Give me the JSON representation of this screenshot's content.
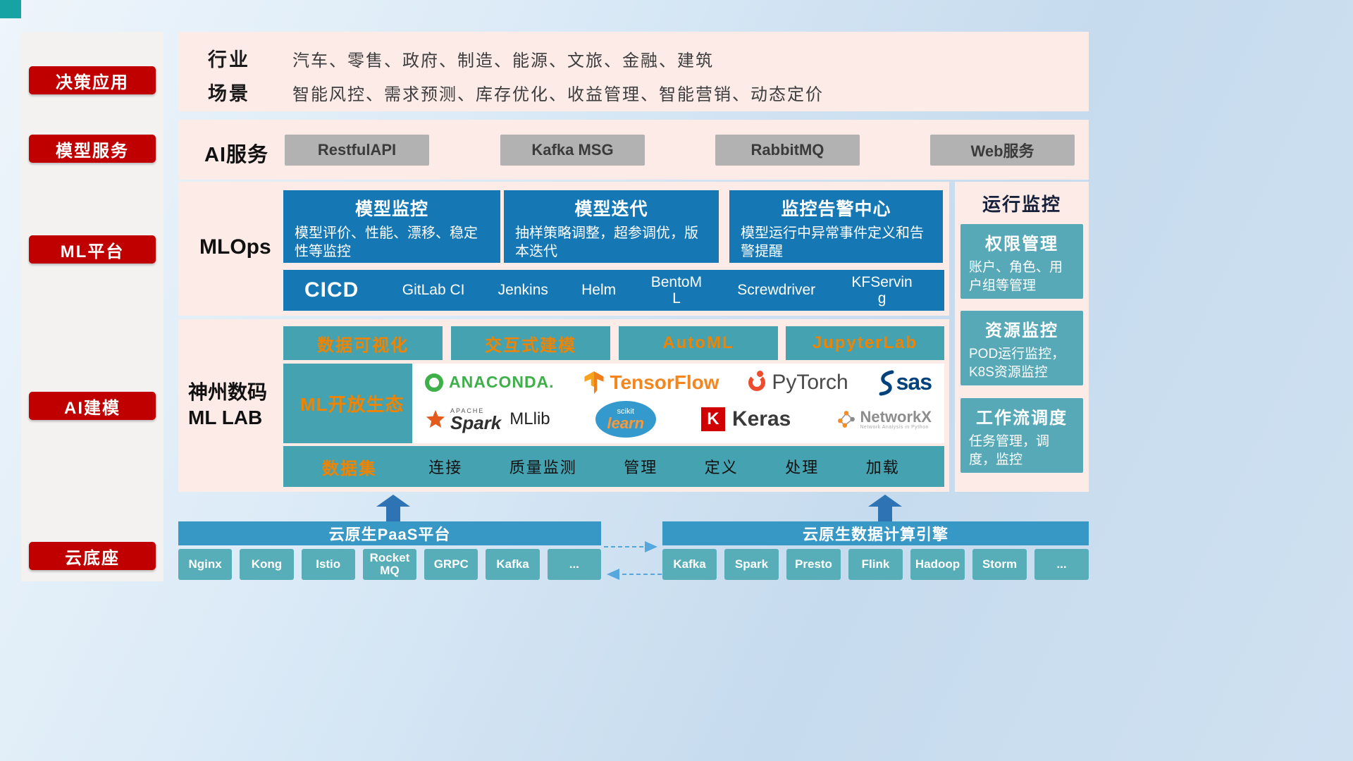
{
  "colors": {
    "accent_red": "#c00000",
    "panel_pink": "#fcebe7",
    "primary_blue": "#1578b4",
    "teal": "#45a3b1",
    "chip_teal": "#57aeb8",
    "bar_blue": "#3898c5",
    "highlight_orange": "#f08300",
    "gray_button": "#b2b2b2"
  },
  "sidebar": {
    "items": [
      "决策应用",
      "模型服务",
      "ML平台",
      "AI建模",
      "云底座"
    ]
  },
  "top": {
    "industry_label": "行业",
    "industry_text": "汽车、零售、政府、制造、能源、文旅、金融、建筑",
    "scene_label": "场景",
    "scene_text": "智能风控、需求预测、库存优化、收益管理、智能营销、动态定价"
  },
  "ai_service": {
    "label": "AI服务",
    "buttons": [
      "RestfulAPI",
      "Kafka MSG",
      "RabbitMQ",
      "Web服务"
    ]
  },
  "mlops": {
    "label": "MLOps",
    "cards": [
      {
        "title": "模型监控",
        "desc": "模型评价、性能、漂移、稳定性等监控"
      },
      {
        "title": "模型迭代",
        "desc": "抽样策略调整，超参调优，版本迭代"
      },
      {
        "title": "监控告警中心",
        "desc": "模型运行中异常事件定义和告警提醒"
      }
    ],
    "cicd_label": "CICD",
    "cicd_items": [
      "GitLab CI",
      "Jenkins",
      "Helm",
      "BentoML",
      "Screwdriver",
      "KFServing"
    ]
  },
  "mllab": {
    "name_line1": "神州数码",
    "name_line2": "ML LAB",
    "top_buttons": [
      "数据可视化",
      "交互式建模",
      "AutoML",
      "JupyterLab"
    ],
    "ecosystem_label": "ML开放生态",
    "logos": {
      "anaconda": "ANACONDA.",
      "tensorflow": "TensorFlow",
      "pytorch": "PyTorch",
      "sas": "sas",
      "spark_small": "APACHE",
      "spark": "Spark",
      "mllib": "MLlib",
      "sklearn_small": "scikit",
      "sklearn": "learn",
      "keras_letter": "K",
      "keras": "Keras",
      "networkx": "NetworkX",
      "networkx_sub": "Network Analysis in Python"
    },
    "dataset_label": "数据集",
    "dataset_items": [
      "连接",
      "质量监测",
      "管理",
      "定义",
      "处理",
      "加载"
    ]
  },
  "monitoring": {
    "title": "运行监控",
    "cards": [
      {
        "title": "权限管理",
        "desc": "账户、角色、用户组等管理"
      },
      {
        "title": "资源监控",
        "desc": "POD运行监控，K8S资源监控"
      },
      {
        "title": "工作流调度",
        "desc": "任务管理，调度，监控"
      }
    ]
  },
  "cloud": {
    "paas_title": "云原生PaaS平台",
    "paas_items": [
      "Nginx",
      "Kong",
      "Istio",
      "RocketMQ",
      "GRPC",
      "Kafka",
      "..."
    ],
    "engine_title": "云原生数据计算引擎",
    "engine_items": [
      "Kafka",
      "Spark",
      "Presto",
      "Flink",
      "Hadoop",
      "Storm",
      "..."
    ]
  }
}
